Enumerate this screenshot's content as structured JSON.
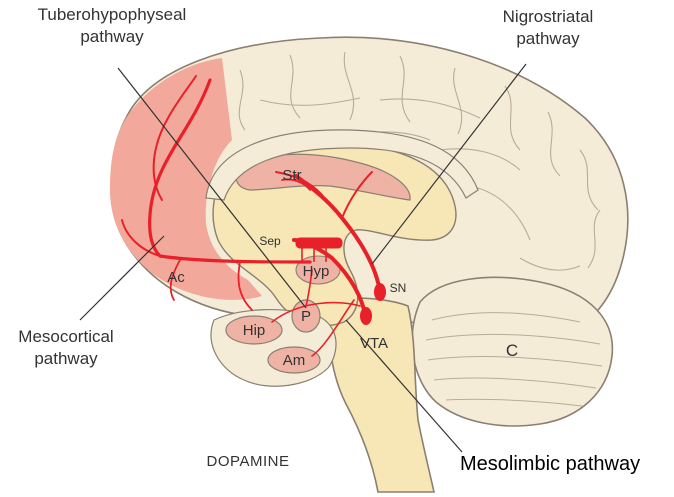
{
  "labels": {
    "tuberohypophyseal_l1": "Tuberohypophyseal",
    "tuberohypophyseal_l2": "pathway",
    "nigrostriatal_l1": "Nigrostriatal",
    "nigrostriatal_l2": "pathway",
    "mesocortical_l1": "Mesocortical",
    "mesocortical_l2": "pathway",
    "mesolimbic": "Mesolimbic pathway",
    "dopamine": "DOPAMINE",
    "str": "Str",
    "sep": "Sep",
    "hyp": "Hyp",
    "ac": "Ac",
    "sn": "SN",
    "p": "P",
    "hip": "Hip",
    "am": "Am",
    "vta": "VTA",
    "c": "C"
  },
  "colors": {
    "cortex": "#f5ecd8",
    "inner_tissue": "#f7e6b6",
    "frontal_shade": "#f2a99c",
    "limbic_nuclei": "#efb3a6",
    "pathway": "#e8202a",
    "outline": "#8a7f72",
    "leader_line": "#333333"
  }
}
